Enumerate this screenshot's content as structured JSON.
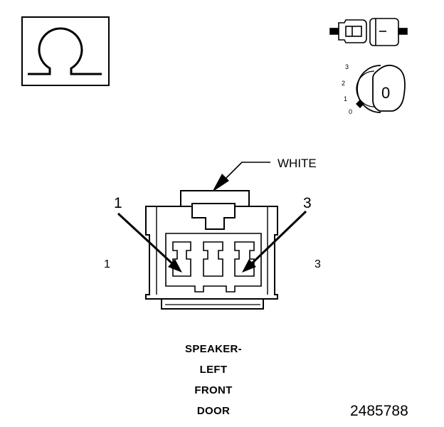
{
  "callout_label": "WHITE",
  "arrow_labels": {
    "left": "1",
    "right": "3"
  },
  "side_labels": {
    "left": "1",
    "right": "3"
  },
  "key_switch_positions": [
    "3",
    "2",
    "1",
    "0"
  ],
  "key_glyph": "0",
  "connector_title": [
    "SPEAKER-",
    "LEFT",
    "FRONT",
    "DOOR"
  ],
  "document_number": "2485788",
  "icons": [
    "ohm-symbol-icon",
    "connector-plug-icon",
    "ignition-key-icon"
  ]
}
